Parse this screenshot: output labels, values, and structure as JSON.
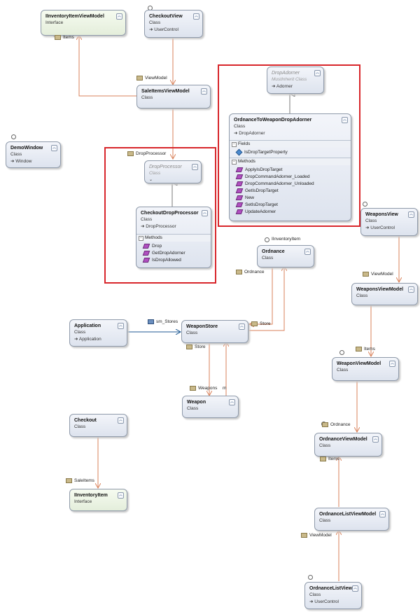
{
  "classes": {
    "iinventory_item_view_model": {
      "name": "IInventoryItemViewModel",
      "kind": "Interface"
    },
    "checkout_view": {
      "name": "CheckoutView",
      "kind": "Class",
      "base": "UserControl"
    },
    "sale_items_view_model": {
      "name": "SaleItemsViewModel",
      "kind": "Class"
    },
    "drop_adorner": {
      "name": "DropAdorner",
      "kind": "MustInherit Class",
      "base": "Adorner"
    },
    "ordnance_to_weapon_drop_adorner": {
      "name": "OrdnanceToWeaponDropAdorner",
      "kind": "Class",
      "base": "DropAdorner",
      "fields_header": "Fields",
      "fields": [
        "IsDropTargetProperty"
      ],
      "methods_header": "Methods",
      "methods": [
        "ApplyIsDropTarget",
        "DropCommandAdorner_Loaded",
        "DropCommandAdorner_Unloaded",
        "GetIsDropTarget",
        "New",
        "SetIsDropTarget",
        "UpdateAdorner"
      ]
    },
    "demo_window": {
      "name": "DemoWindow",
      "kind": "Class",
      "base": "Window"
    },
    "drop_processor": {
      "name": "DropProcessor",
      "kind": "Class"
    },
    "checkout_drop_processor": {
      "name": "CheckoutDropProcessor",
      "kind": "Class",
      "base": "DropProcessor",
      "methods_header": "Methods",
      "methods": [
        "Drop",
        "GetDropAdorner",
        "IsDropAllowed"
      ]
    },
    "weapons_view": {
      "name": "WeaponsView",
      "kind": "Class",
      "base": "UserControl"
    },
    "ordnance": {
      "name": "Ordnance",
      "kind": "Class"
    },
    "weapons_view_model": {
      "name": "WeaponsViewModel",
      "kind": "Class"
    },
    "application": {
      "name": "Application",
      "kind": "Class",
      "base": "Application"
    },
    "weapon_store": {
      "name": "WeaponStore",
      "kind": "Class"
    },
    "weapon_view_model": {
      "name": "WeaponViewModel",
      "kind": "Class"
    },
    "weapon": {
      "name": "Weapon",
      "kind": "Class"
    },
    "checkout": {
      "name": "Checkout",
      "kind": "Class"
    },
    "ordnance_view_model": {
      "name": "OrdnanceViewModel",
      "kind": "Class"
    },
    "iinventory_item": {
      "name": "IInventoryItem",
      "kind": "Interface"
    },
    "ordnance_list_view_model": {
      "name": "OrdnanceListViewModel",
      "kind": "Class"
    },
    "ordnance_list_view": {
      "name": "OrdnanceListView",
      "kind": "Class",
      "base": "UserControl"
    }
  },
  "associations": {
    "items_1": "Items",
    "view_model_1": "ViewModel",
    "drop_processor": "DropProcessor",
    "iinventory_item_lollipop": "IInventoryItem",
    "ordnance_1": "Ordnance",
    "view_model_2": "ViewModel",
    "sm_stores": "sm_Stores",
    "store_1": "Store",
    "store_2": "Store",
    "items_2": "Items",
    "weapons": "Weapons",
    "m": "m",
    "ordnance_2": "Ordnance",
    "items_3": "Items",
    "sale_items": "SaleItems",
    "view_model_3": "ViewModel"
  },
  "colors": {
    "association": "#d9825b",
    "inheritance": "#7a7a7a",
    "highlight": "#d8262b",
    "app_link": "#1f5a93"
  },
  "icons": [
    "chevron-up-icon",
    "property-icon",
    "method-icon",
    "field-icon",
    "lollipop-interface-icon"
  ]
}
